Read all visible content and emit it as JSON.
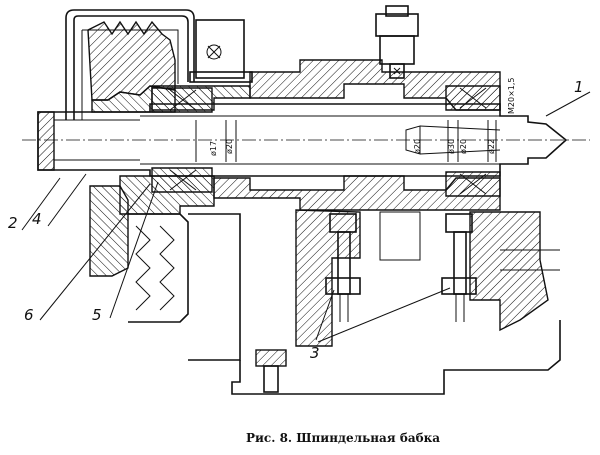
{
  "caption": "Рис. 8. Шпиндельная бабка",
  "callouts": [
    "1",
    "2",
    "3",
    "4",
    "5",
    "6"
  ],
  "dimensions": {
    "thread": "M20×1,5",
    "d1": "ø20",
    "d2": "ø22",
    "d3": "ø17",
    "d4": "ø20",
    "d5": "ø30",
    "d6": "ø20"
  }
}
